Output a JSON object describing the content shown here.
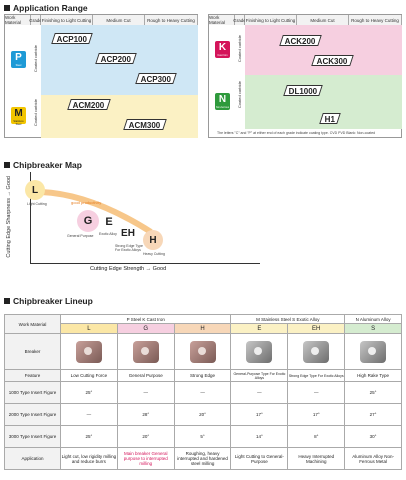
{
  "sections": {
    "application_range": "Application Range",
    "chipbreaker_map": "Chipbreaker Map",
    "chipbreaker_lineup": "Chipbreaker Lineup"
  },
  "range_left": {
    "headers": [
      "Work Material",
      "Grade",
      "Finishing to Light Cutting",
      "Medium Cut",
      "Rough to Heavy Cutting"
    ],
    "rows": [
      {
        "material": "P",
        "material_sub": "Steel",
        "coating": "Coated carbide",
        "grades": [
          "ACP100",
          "ACP200",
          "ACP300"
        ]
      },
      {
        "material": "M",
        "material_sub": "Stainless Steel",
        "coating": "Coated carbide",
        "grades": [
          "ACM200",
          "ACM300"
        ]
      }
    ]
  },
  "range_right": {
    "headers": [
      "Work Material",
      "Grade",
      "Finishing to Light Cutting",
      "Medium Cut",
      "Rough to Heavy Cutting"
    ],
    "rows": [
      {
        "material": "K",
        "material_sub": "Cast Iron",
        "coating": "Coated carbide",
        "grades": [
          "ACK200",
          "ACK300"
        ]
      },
      {
        "material": "N",
        "material_sub": "Non-ferrous",
        "coating": "Coated carbide",
        "grades": [
          "DL1000",
          "H1"
        ]
      }
    ],
    "note": "The letters \"C\" and \"P\" at either end of each grade indicate coating type.  CVD  PVD  Blank: Non-coated"
  },
  "map": {
    "y_axis": "Cutting Edge Sharpness → Good",
    "x_axis": "Cutting Edge Strength → Good",
    "curve_label": "good productivity",
    "breakers": [
      {
        "letter": "L",
        "label": "Light Cutting"
      },
      {
        "letter": "G",
        "label": "General Purpose"
      },
      {
        "letter": "E",
        "label": "Exotic Alloy"
      },
      {
        "letter": "EH",
        "label": "Strong Edge Type For Exotic Alloys"
      },
      {
        "letter": "H",
        "label": "Heavy Cutting"
      }
    ]
  },
  "lineup": {
    "work_material_label": "Work Material",
    "material_groups": [
      "P Steel K Cast Iron",
      "M Stainless Steel S Exotic Alloy",
      "N Aluminum Alloy"
    ],
    "breakers": [
      "L",
      "G",
      "H",
      "E",
      "EH",
      "S"
    ],
    "row_labels": [
      "Breaker",
      "Feature",
      "1000 Type Insert Figure",
      "2000 Type Insert Figure",
      "3000 Type Insert Figure",
      "Application"
    ],
    "features": [
      "Low Cutting Force",
      "General Purpose",
      "Strong Edge",
      "General-Purpose Type For Exotic Alloys",
      "Strong Edge Type For Exotic Alloys",
      "High Rake Type"
    ],
    "angles_1000": [
      "25°",
      "—",
      "—",
      "—",
      "—",
      "25°"
    ],
    "angles_2000": [
      "—",
      "28°",
      "20°",
      "17°",
      "17°",
      "27°"
    ],
    "angles_3000": [
      "25°",
      "20°",
      "5°",
      "14°",
      "8°",
      "30°"
    ],
    "applications": [
      "Light cut, low rigidity milling and reduce burrs",
      "Main breaker General purpose to interrupted milling",
      "Roughing, heavy interrupted and hardened steel milling",
      "Light Cutting to General-Purpose",
      "Heavy Interrupted Machining",
      "Aluminum Alloy Non-Ferrous Metal"
    ]
  }
}
